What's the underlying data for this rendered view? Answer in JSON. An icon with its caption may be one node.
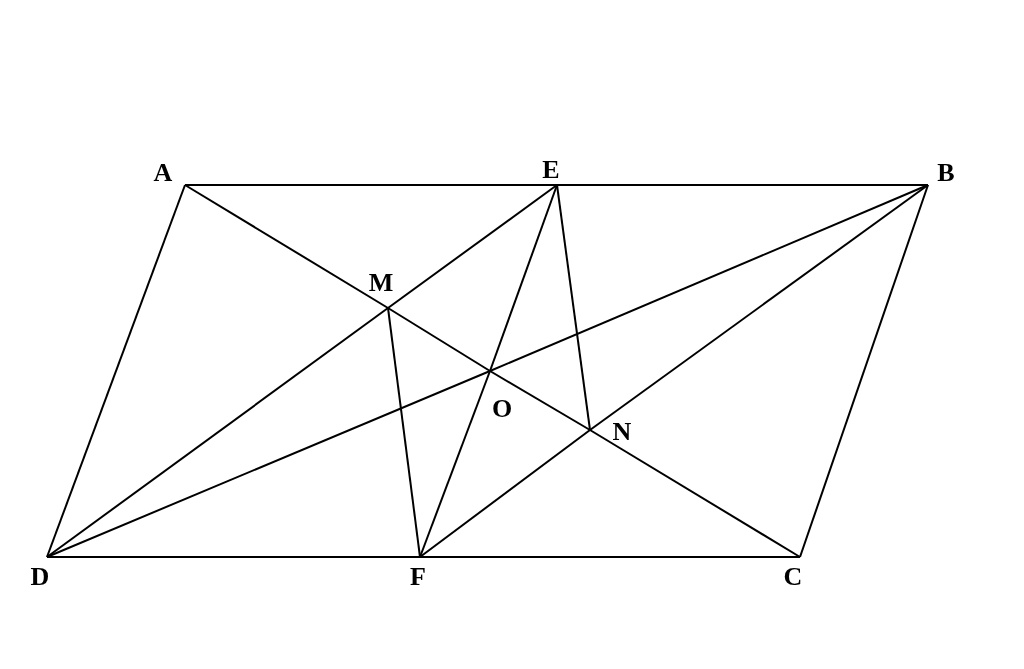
{
  "diagram": {
    "nodes": [
      {
        "text": [
          "A"
        ]
      },
      {
        "text": [
          "E"
        ]
      },
      {
        "text": [
          "B"
        ]
      },
      {
        "text": [
          "M"
        ]
      },
      {
        "text": [
          "O"
        ]
      },
      {
        "text": [
          "N"
        ]
      },
      {
        "text": [
          "D"
        ]
      },
      {
        "text": [
          "F"
        ]
      },
      {
        "text": [
          "C"
        ]
      }
    ],
    "edges": [
      {
        "from": 0,
        "to": 1,
        "arrow": "none"
      },
      {
        "from": 1,
        "to": 2,
        "arrow": "none"
      },
      {
        "from": 2,
        "to": 8,
        "arrow": "none"
      },
      {
        "from": 8,
        "to": 7,
        "arrow": "none"
      },
      {
        "from": 7,
        "to": 6,
        "arrow": "none"
      },
      {
        "from": 6,
        "to": 0,
        "arrow": "none"
      },
      {
        "from": 0,
        "to": 3,
        "arrow": "none"
      },
      {
        "from": 3,
        "to": 4,
        "arrow": "none"
      },
      {
        "from": 4,
        "to": 5,
        "arrow": "none"
      },
      {
        "from": 5,
        "to": 8,
        "arrow": "none"
      },
      {
        "from": 2,
        "to": 4,
        "arrow": "none"
      },
      {
        "from": 4,
        "to": 6,
        "arrow": "none"
      },
      {
        "from": 6,
        "to": 3,
        "arrow": "none"
      },
      {
        "from": 3,
        "to": 1,
        "arrow": "none"
      },
      {
        "from": 1,
        "to": 4,
        "arrow": "none"
      },
      {
        "from": 4,
        "to": 7,
        "arrow": "none"
      },
      {
        "from": 7,
        "to": 5,
        "arrow": "none"
      },
      {
        "from": 5,
        "to": 2,
        "arrow": "none"
      },
      {
        "from": 3,
        "to": 7,
        "arrow": "none"
      },
      {
        "from": 1,
        "to": 5,
        "arrow": "none"
      }
    ]
  }
}
